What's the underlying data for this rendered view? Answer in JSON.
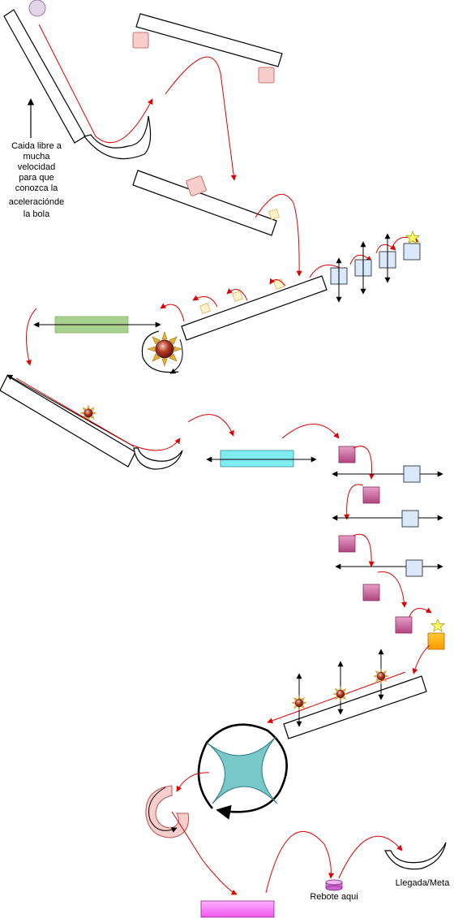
{
  "labels": {
    "free_fall_line1": "Caida libre a",
    "free_fall_line2": "mucha",
    "free_fall_line3": "velocidad",
    "free_fall_line4": "para que",
    "free_fall_line5": "conozca la",
    "free_fall_line6": "aceleraciónde",
    "free_fall_line7": "la bola",
    "bounce_here": "Rebote aqui",
    "finish": "Llegada/Meta"
  },
  "colors": {
    "trajectory": "#e00000",
    "ball": "#e1d5e7",
    "pink_block": "#f8cecc",
    "yellow_block": "#fff2cc",
    "blue_block": "#dae8fc",
    "green_bar": "#a9d18e",
    "cyan_bar": "#80ecf0",
    "magenta_block": "#c8629a",
    "orange_block": "#ffb300",
    "star": "#ffff66",
    "sun": "#9b2b17",
    "curved_star": "#78c8c8",
    "bottom_bar": "#ff77ff"
  },
  "icons": [
    "ball-icon",
    "sun-icon",
    "star-icon",
    "curved-star-icon",
    "spiral-icon",
    "cylinder-icon"
  ]
}
